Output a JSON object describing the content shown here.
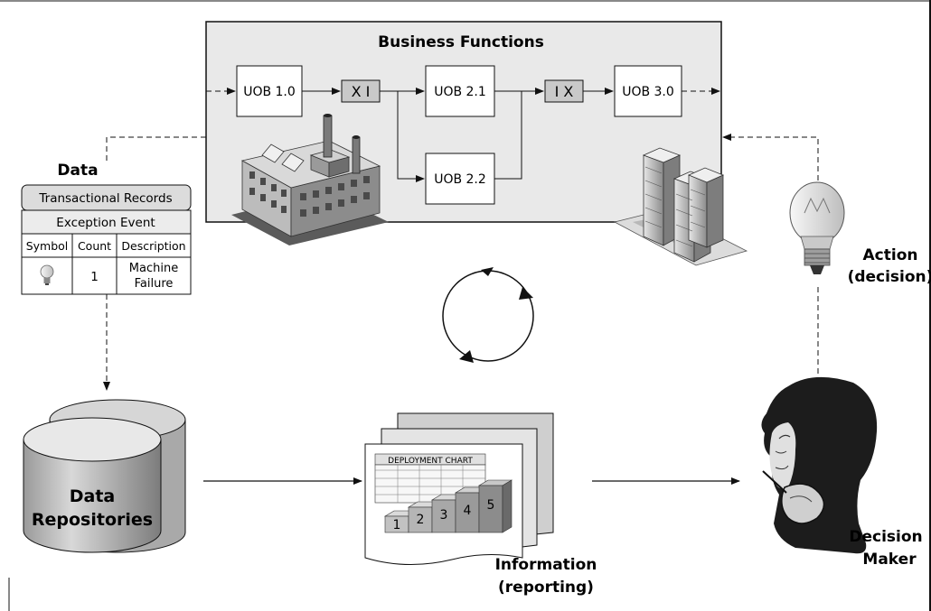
{
  "business_functions": {
    "title": "Business Functions",
    "uob_1_0": "UOB 1.0",
    "xor_split": "X I",
    "uob_2_1": "UOB 2.1",
    "uob_2_2": "UOB 2.2",
    "xor_join": "I X",
    "uob_3_0": "UOB 3.0"
  },
  "data_panel": {
    "heading": "Data",
    "table_title": "Transactional Records",
    "event_row": "Exception Event",
    "columns": [
      "Symbol",
      "Count",
      "Description"
    ],
    "row": {
      "symbol_icon": "lightbulb-icon",
      "count": "1",
      "description_line1": "Machine",
      "description_line2": "Failure"
    }
  },
  "repositories": {
    "line1": "Data",
    "line2": "Repositories"
  },
  "report": {
    "chart_title": "DEPLOYMENT CHART",
    "steps": [
      "1",
      "2",
      "3",
      "4",
      "5"
    ],
    "caption_line1": "Information",
    "caption_line2": "(reporting)"
  },
  "action": {
    "line1": "Action",
    "line2": "(decision)"
  },
  "decision_maker": {
    "line1": "Decision",
    "line2": "Maker"
  },
  "icons": [
    "factory-icon",
    "skyscrapers-icon",
    "lightbulb-icon",
    "database-icon",
    "report-icon",
    "thinking-man-icon",
    "cycle-icon"
  ]
}
